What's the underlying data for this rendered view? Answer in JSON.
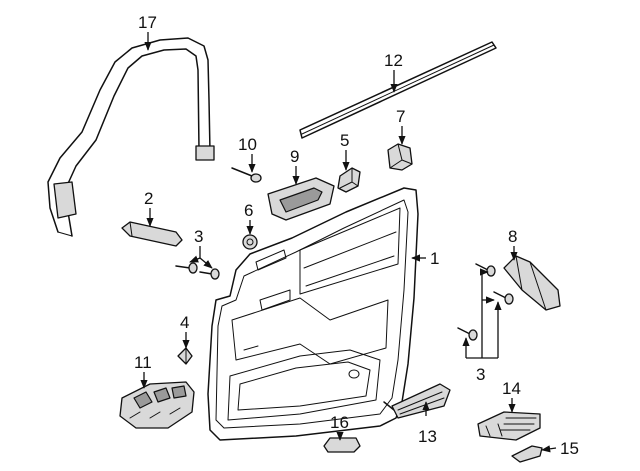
{
  "callouts": {
    "c1": "1",
    "c2": "2",
    "c3a": "3",
    "c3b": "3",
    "c4": "4",
    "c6": "6",
    "c5": "5",
    "c7": "7",
    "c8": "8",
    "c9": "9",
    "c10": "10",
    "c11": "11",
    "c12": "12",
    "c13": "13",
    "c14": "14",
    "c15": "15",
    "c16": "16",
    "c17": "17"
  }
}
